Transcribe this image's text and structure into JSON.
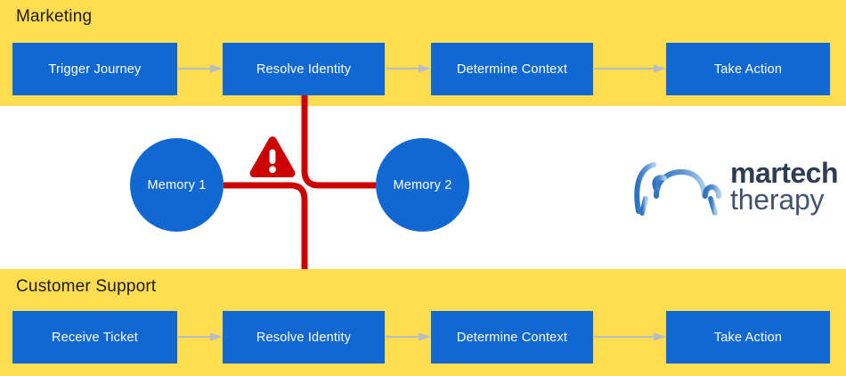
{
  "colors": {
    "lane_background": "#FFDC50",
    "box_blue": "#1168D0",
    "conflict_red": "#CC0000",
    "arrow_gray": "#B4BDC6",
    "page_background": "#FFFFFF",
    "logo_dark": "#2E3D52",
    "logo_light": "#43546C",
    "logo_mark_blue_dark": "#2E72C0",
    "logo_mark_blue_light": "#93BEE8"
  },
  "lanes": [
    {
      "id": "marketing",
      "title": "Marketing",
      "steps": [
        {
          "label": "Trigger Journey"
        },
        {
          "label": "Resolve Identity"
        },
        {
          "label": "Determine Context"
        },
        {
          "label": "Take Action"
        }
      ]
    },
    {
      "id": "customer-support",
      "title": "Customer Support",
      "steps": [
        {
          "label": "Receive Ticket"
        },
        {
          "label": "Resolve Identity"
        },
        {
          "label": "Determine Context"
        },
        {
          "label": "Take Action"
        }
      ]
    }
  ],
  "memory_nodes": [
    {
      "id": "memory-1",
      "label": "Memory 1"
    },
    {
      "id": "memory-2",
      "label": "Memory 2"
    }
  ],
  "warning": {
    "icon": "warning-triangle-icon",
    "glyph": "!"
  },
  "connectors": {
    "flow_arrow_icon": "arrow-right-icon",
    "conflict_link_icon": "conflict-link-icon"
  },
  "logo": {
    "mark_icon": "turtle-on-couch-icon",
    "word_top": "martech",
    "word_bottom": "therapy"
  }
}
